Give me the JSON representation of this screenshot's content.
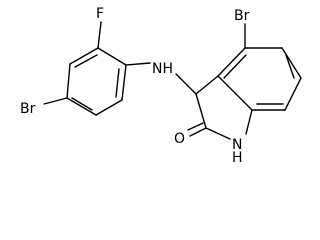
{
  "molecule": {
    "labels": {
      "br_top": "Br",
      "br_left": "Br",
      "fluorine": "F",
      "amine": "NH",
      "ring_nh": "N",
      "ring_h": "H",
      "oxygen": "O"
    },
    "colors": {
      "bond": "#000000",
      "text": "#000000",
      "background": "#ffffff"
    }
  }
}
